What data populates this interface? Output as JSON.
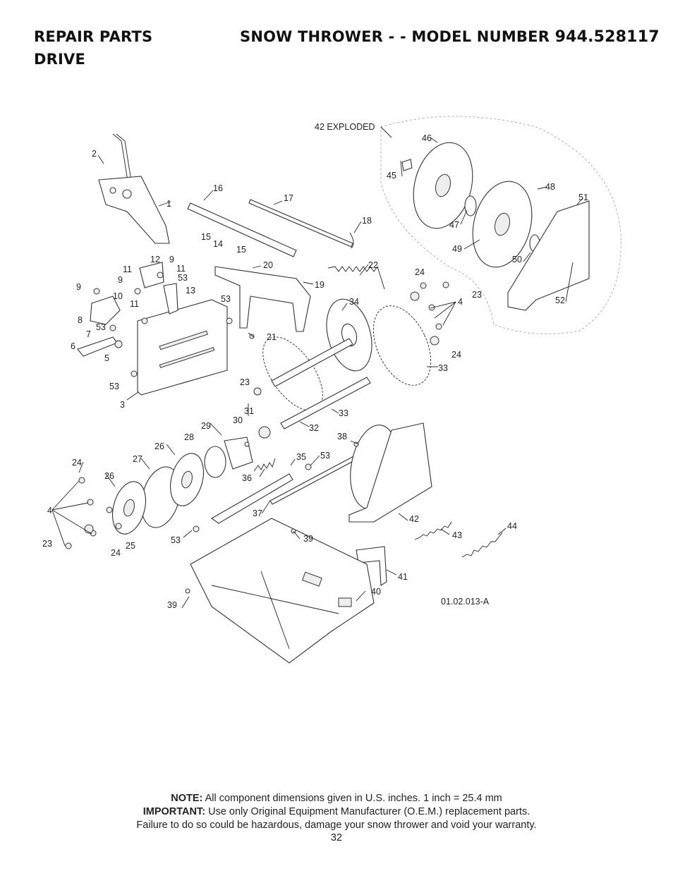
{
  "header": {
    "title_left": "REPAIR PARTS",
    "title_right_prefix": "SNOW THROWER - - MODEL NUMBER",
    "model_number": "944.528117",
    "section": "DRIVE"
  },
  "diagram": {
    "exploded_label": "42 EXPLODED",
    "drawing_code": "01.02.013-A",
    "callouts": [
      "1",
      "2",
      "3",
      "4",
      "5",
      "6",
      "7",
      "8",
      "9",
      "10",
      "11",
      "12",
      "13",
      "14",
      "15",
      "16",
      "17",
      "18",
      "19",
      "20",
      "21",
      "22",
      "23",
      "24",
      "25",
      "26",
      "27",
      "28",
      "29",
      "30",
      "31",
      "32",
      "33",
      "34",
      "35",
      "36",
      "37",
      "38",
      "39",
      "40",
      "41",
      "42",
      "43",
      "44",
      "45",
      "46",
      "47",
      "48",
      "49",
      "50",
      "51",
      "52",
      "53"
    ]
  },
  "footer": {
    "note_label": "NOTE:",
    "note_text": "All component dimensions given in U.S. inches.    1 inch = 25.4 mm",
    "important_label": "IMPORTANT:",
    "important_text": "Use only Original Equipment Manufacturer (O.E.M.) replacement parts.",
    "warning_text": "Failure to do so could be hazardous, damage your snow thrower and void your warranty.",
    "page_number": "32"
  }
}
